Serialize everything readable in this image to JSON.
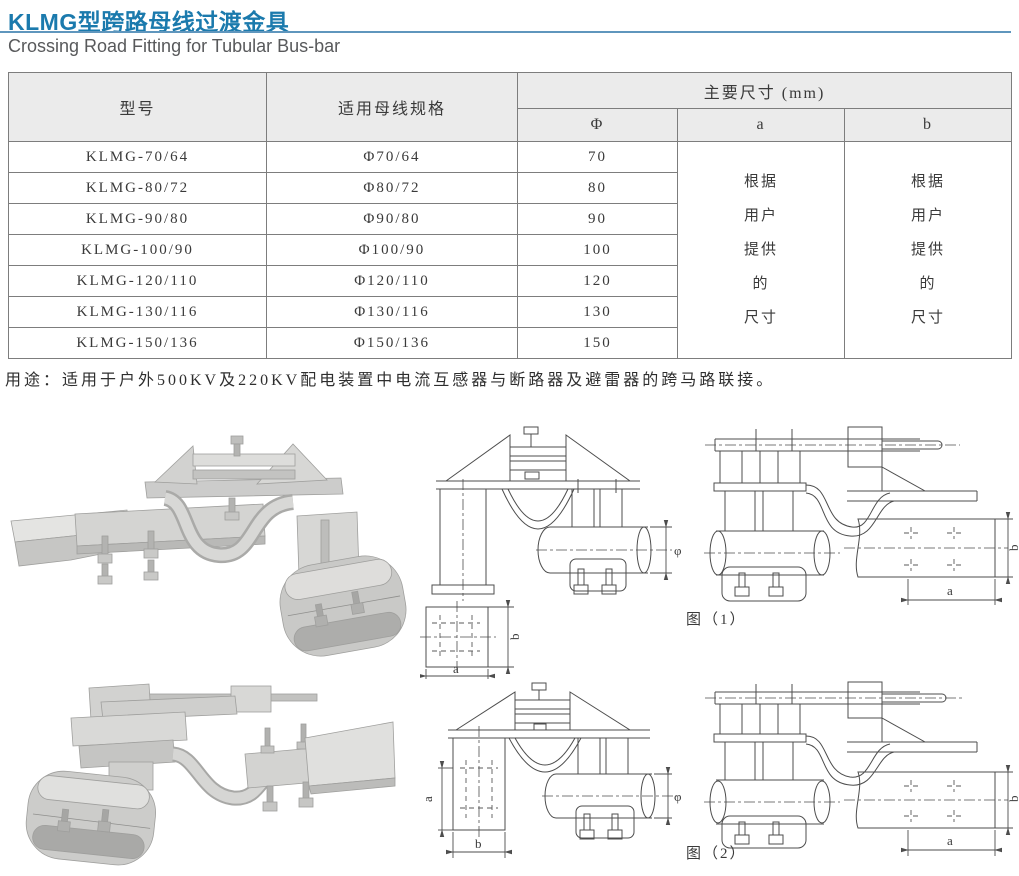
{
  "header": {
    "title": "KLMG型跨路母线过渡金具",
    "subtitle": "Crossing Road Fitting for Tubular Bus-bar"
  },
  "table": {
    "col_model": "型号",
    "col_spec": "适用母线规格",
    "col_dims": "主要尺寸 (mm)",
    "col_phi": "Φ",
    "col_a": "a",
    "col_b": "b",
    "rows": [
      {
        "model": "KLMG-70/64",
        "spec": "Φ70/64",
        "phi": "70"
      },
      {
        "model": "KLMG-80/72",
        "spec": "Φ80/72",
        "phi": "80"
      },
      {
        "model": "KLMG-90/80",
        "spec": "Φ90/80",
        "phi": "90"
      },
      {
        "model": "KLMG-100/90",
        "spec": "Φ100/90",
        "phi": "100"
      },
      {
        "model": "KLMG-120/110",
        "spec": "Φ120/110",
        "phi": "120"
      },
      {
        "model": "KLMG-130/116",
        "spec": "Φ130/116",
        "phi": "130"
      },
      {
        "model": "KLMG-150/136",
        "spec": "Φ150/136",
        "phi": "150"
      }
    ],
    "a_note": "根据\n用户\n提供\n的\n尺寸",
    "b_note": "根据\n用户\n提供\n的\n尺寸"
  },
  "usage_note": "用途：适用于户外500KV及220KV配电装置中电流互感器与断路器及避雷器的跨马路联接。",
  "figures": {
    "fig1_label": "图（1）",
    "fig2_label": "图（2）",
    "dim_phi": "φ",
    "dim_a": "a",
    "dim_b": "b"
  },
  "colors": {
    "title_blue": "#1b7aad",
    "rule_blue": "#5f96bd",
    "subtitle_gray": "#58595b",
    "table_header_bg": "#ebebeb",
    "table_border": "#7d7d7d",
    "drawing_line": "#4d4d4d"
  }
}
